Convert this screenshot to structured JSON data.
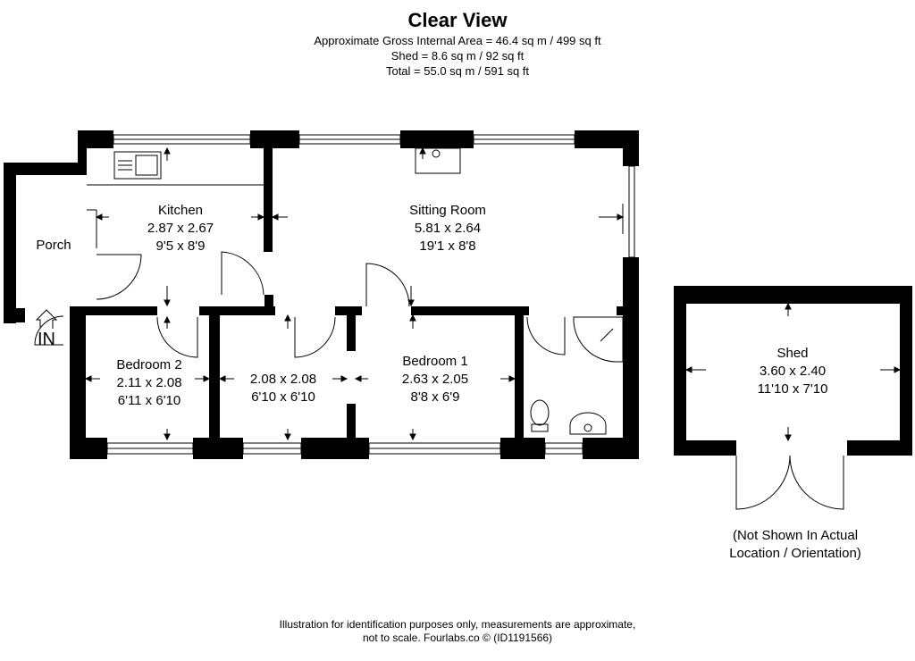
{
  "header": {
    "title": "Clear View",
    "area_lines": [
      "Approximate Gross Internal Area = 46.4 sq m / 499 sq ft",
      "Shed = 8.6 sq m / 92 sq ft",
      "Total = 55.0 sq m / 591 sq ft"
    ]
  },
  "rooms": {
    "kitchen": {
      "name": "Kitchen",
      "metric": "2.87 x 2.67",
      "imperial": "9'5 x 8'9"
    },
    "sitting_room": {
      "name": "Sitting Room",
      "metric": "5.81 x 2.64",
      "imperial": "19'1 x 8'8"
    },
    "porch": {
      "name": "Porch"
    },
    "entrance": {
      "label": "IN"
    },
    "bedroom_2": {
      "name": "Bedroom 2",
      "metric": "2.11 x 2.08",
      "imperial": "6'11 x 6'10"
    },
    "small_room": {
      "metric": "2.08 x 2.08",
      "imperial": "6'10 x 6'10"
    },
    "bedroom_1": {
      "name": "Bedroom 1",
      "metric": "2.63 x 2.05",
      "imperial": "8'8 x 6'9"
    },
    "shed": {
      "name": "Shed",
      "metric": "3.60 x 2.40",
      "imperial": "11'10 x 7'10"
    }
  },
  "shed_note": [
    "(Not Shown In Actual",
    "Location / Orientation)"
  ],
  "footer": [
    "Illustration for identification purposes only, measurements are approximate,",
    "not to scale. Fourlabs.co © (ID1191566)"
  ]
}
